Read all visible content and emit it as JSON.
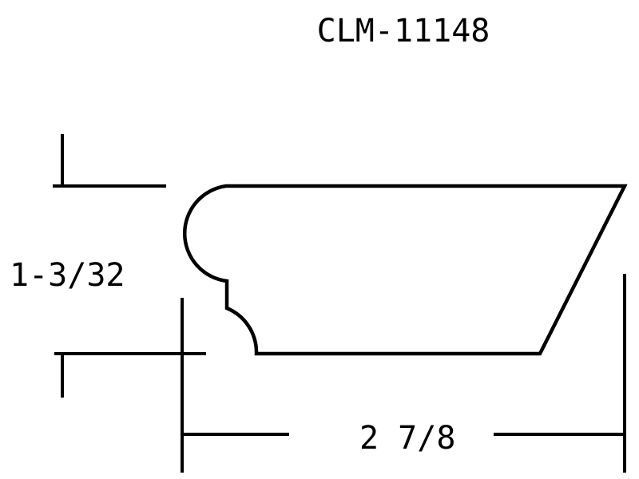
{
  "drawing": {
    "part_number": "CLM-11148",
    "height_dimension": "1-3/32",
    "width_dimension": "2 7/8",
    "line_color": "#000000",
    "background_color": "#ffffff"
  }
}
